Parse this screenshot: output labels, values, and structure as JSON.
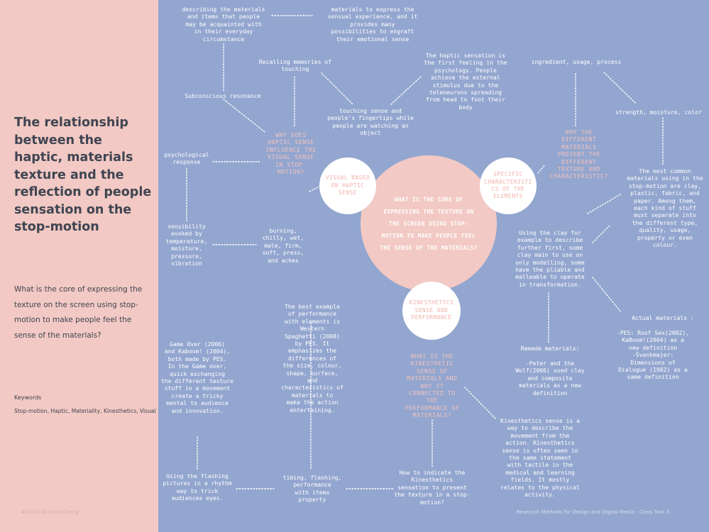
{
  "sidebar": {
    "title": "The relationship between the haptic, materials texture and the reflection of people sensation on the stop-motion",
    "question": "What is the core of expressing the texture on the screen using stop-motion to make people feel the sense of the materials?",
    "keywords_heading": "Keywords",
    "keywords": "Stop-motion, Haptic, Materiality, Kinesthetics, Visual",
    "author": "43582133 Chen Chang"
  },
  "footer": {
    "course": "Research Methods for Design and Digital Media  -  Class Task 5"
  },
  "center": {
    "label": "WHAT IS THE CORE OF\nEXPRESSING THE TEXTURE ON\nTHE SCREEN USING STOP-\nMOTION TO MAKE PEOPLE FEEL\nTHE SENSE OF THE MATERIALS?"
  },
  "circles": {
    "visual": "VISUAL BASED\nON HAPTIC\nSENSE",
    "specific": "SPECIFIC\nCHARACTERISTI\nCS OF THE\nELEMENTS",
    "kinesthetics": "KINESTHETICS\nSENSE AND\nPERFORMANCE"
  },
  "questions": {
    "why_haptic": "WHY DOES\nHAPTIC SENSE\nINFLUENCE THE\nVISUAL SENSE\nIN STOP-\nMOTION?",
    "why_materials": "WHY THE\nDIFFERENT\nMATERIALS\nPRESENT THE\nDIFFERENT\nTEXTURE AND\nCHARACTERISTIC?",
    "what_kinesthetic": "WHAT IS THE\nKINESTHETIC\nSENSE OF\nMATERIALS AND\nWHY IT\nCONNECTED TO\nTHE\nPERFORMANCE OF\nMATERIALS?"
  },
  "notes": {
    "describing": "describing the materials\nand items that people\nmay be acquainted with\nin their everyday\ncircumstance",
    "materials_express": "materials to express the\nsensual experience, and it\nprovides many\npossibilities to engraft\ntheir emotional sense",
    "recalling": "Recalling memories of\ntouching",
    "subconscious": "Subconscious resonance",
    "touching": "touching sense and\npeople's fingertips while\npeople are watching an\nobject",
    "haptic_first": "The haptic sensation is\nthe first feeling in the\npsychology. People\nachieve the external\nstimulus due to the\nteleneurons spreading\nfrom head to foot their\nbody",
    "ingredient": "ingredient, usage, process",
    "strength": "strength, moisture, color",
    "psychological": "psychological\nresponse",
    "sensibility": "sensibility\nevoked by\ntemperature,\nmoisture,\npressure,\nvibration",
    "burning": "burning,\nchilly, wet,\nmale, firm,\nsoft, press,\nand aches",
    "common_materials": "The most common\nmaterials using in the\nstop-motion are clay,\nplastic, fabric, and\npaper. Among them,\neach kind of stuff\nmust separate into\nthe different type,\nquality, usage,\nproperty or even\ncolour.",
    "clay": "Using the clay for\nexample to describe\nfurther first, some\nclay main to use on\nonly modelling, some\nhave the pliable and\nmalleable to operate\nin transformation.",
    "actual_head": "Actual materials :",
    "actual_body": "-PES: Roof Sex(2002),\nKaBoom!(2004) as a\nnew definition\n-Švankmajer:\nDimensions of\nDialogue (1982) as a\nsame definition",
    "remade_head": "Remade materials:",
    "remade_body": "-Peter and the\nWolf(2006) used clay\nand composite\nmaterials as a new\ndefinition",
    "best_example": "The best example\nof performance\nwith elements is\nWestern\nSpaghetti (2008)\nby PES. It\nemphasizes the\ndifferences of\nthe size, colour,\nshape, surface,\nand\ncharacteristics of\nmaterials to\nmake the action\nentertaining.",
    "game_over": "Game Over (2006)\nand Kaboom! (2004),\nboth made by PES.\nIn the Game over,\nquick exchanging\nthe different texture\nstuff in a movement\ncreate a tricky\nmental to audience\nand innovation.",
    "flashing_pictures": "Using the flashing\npictures in a rhythm\nway to trick\naudiences eyes.",
    "timing": "timing, flashing,\nperformance\nwith items\nproperty",
    "how_indicate": "How to indicate the\nKinesthetics\nsensation to present\nthe texture in a stop-\nmotion?",
    "kinesthetics_sense": "Kinesthetics sense is a\nway to describe the\nmovement from the\naction. Kinesthetics\nsense is often seen in\nthe same statement\nwith tactile in the\nmedical and learning\nfields. It mostly\nrelates to the physical\nactivity."
  },
  "colors": {
    "sidebar": "#f2c9c4",
    "canvas": "#93a6cf",
    "accent_pink": "#f3c3be",
    "text_dark": "#3f4552",
    "link": "#ffffff"
  }
}
